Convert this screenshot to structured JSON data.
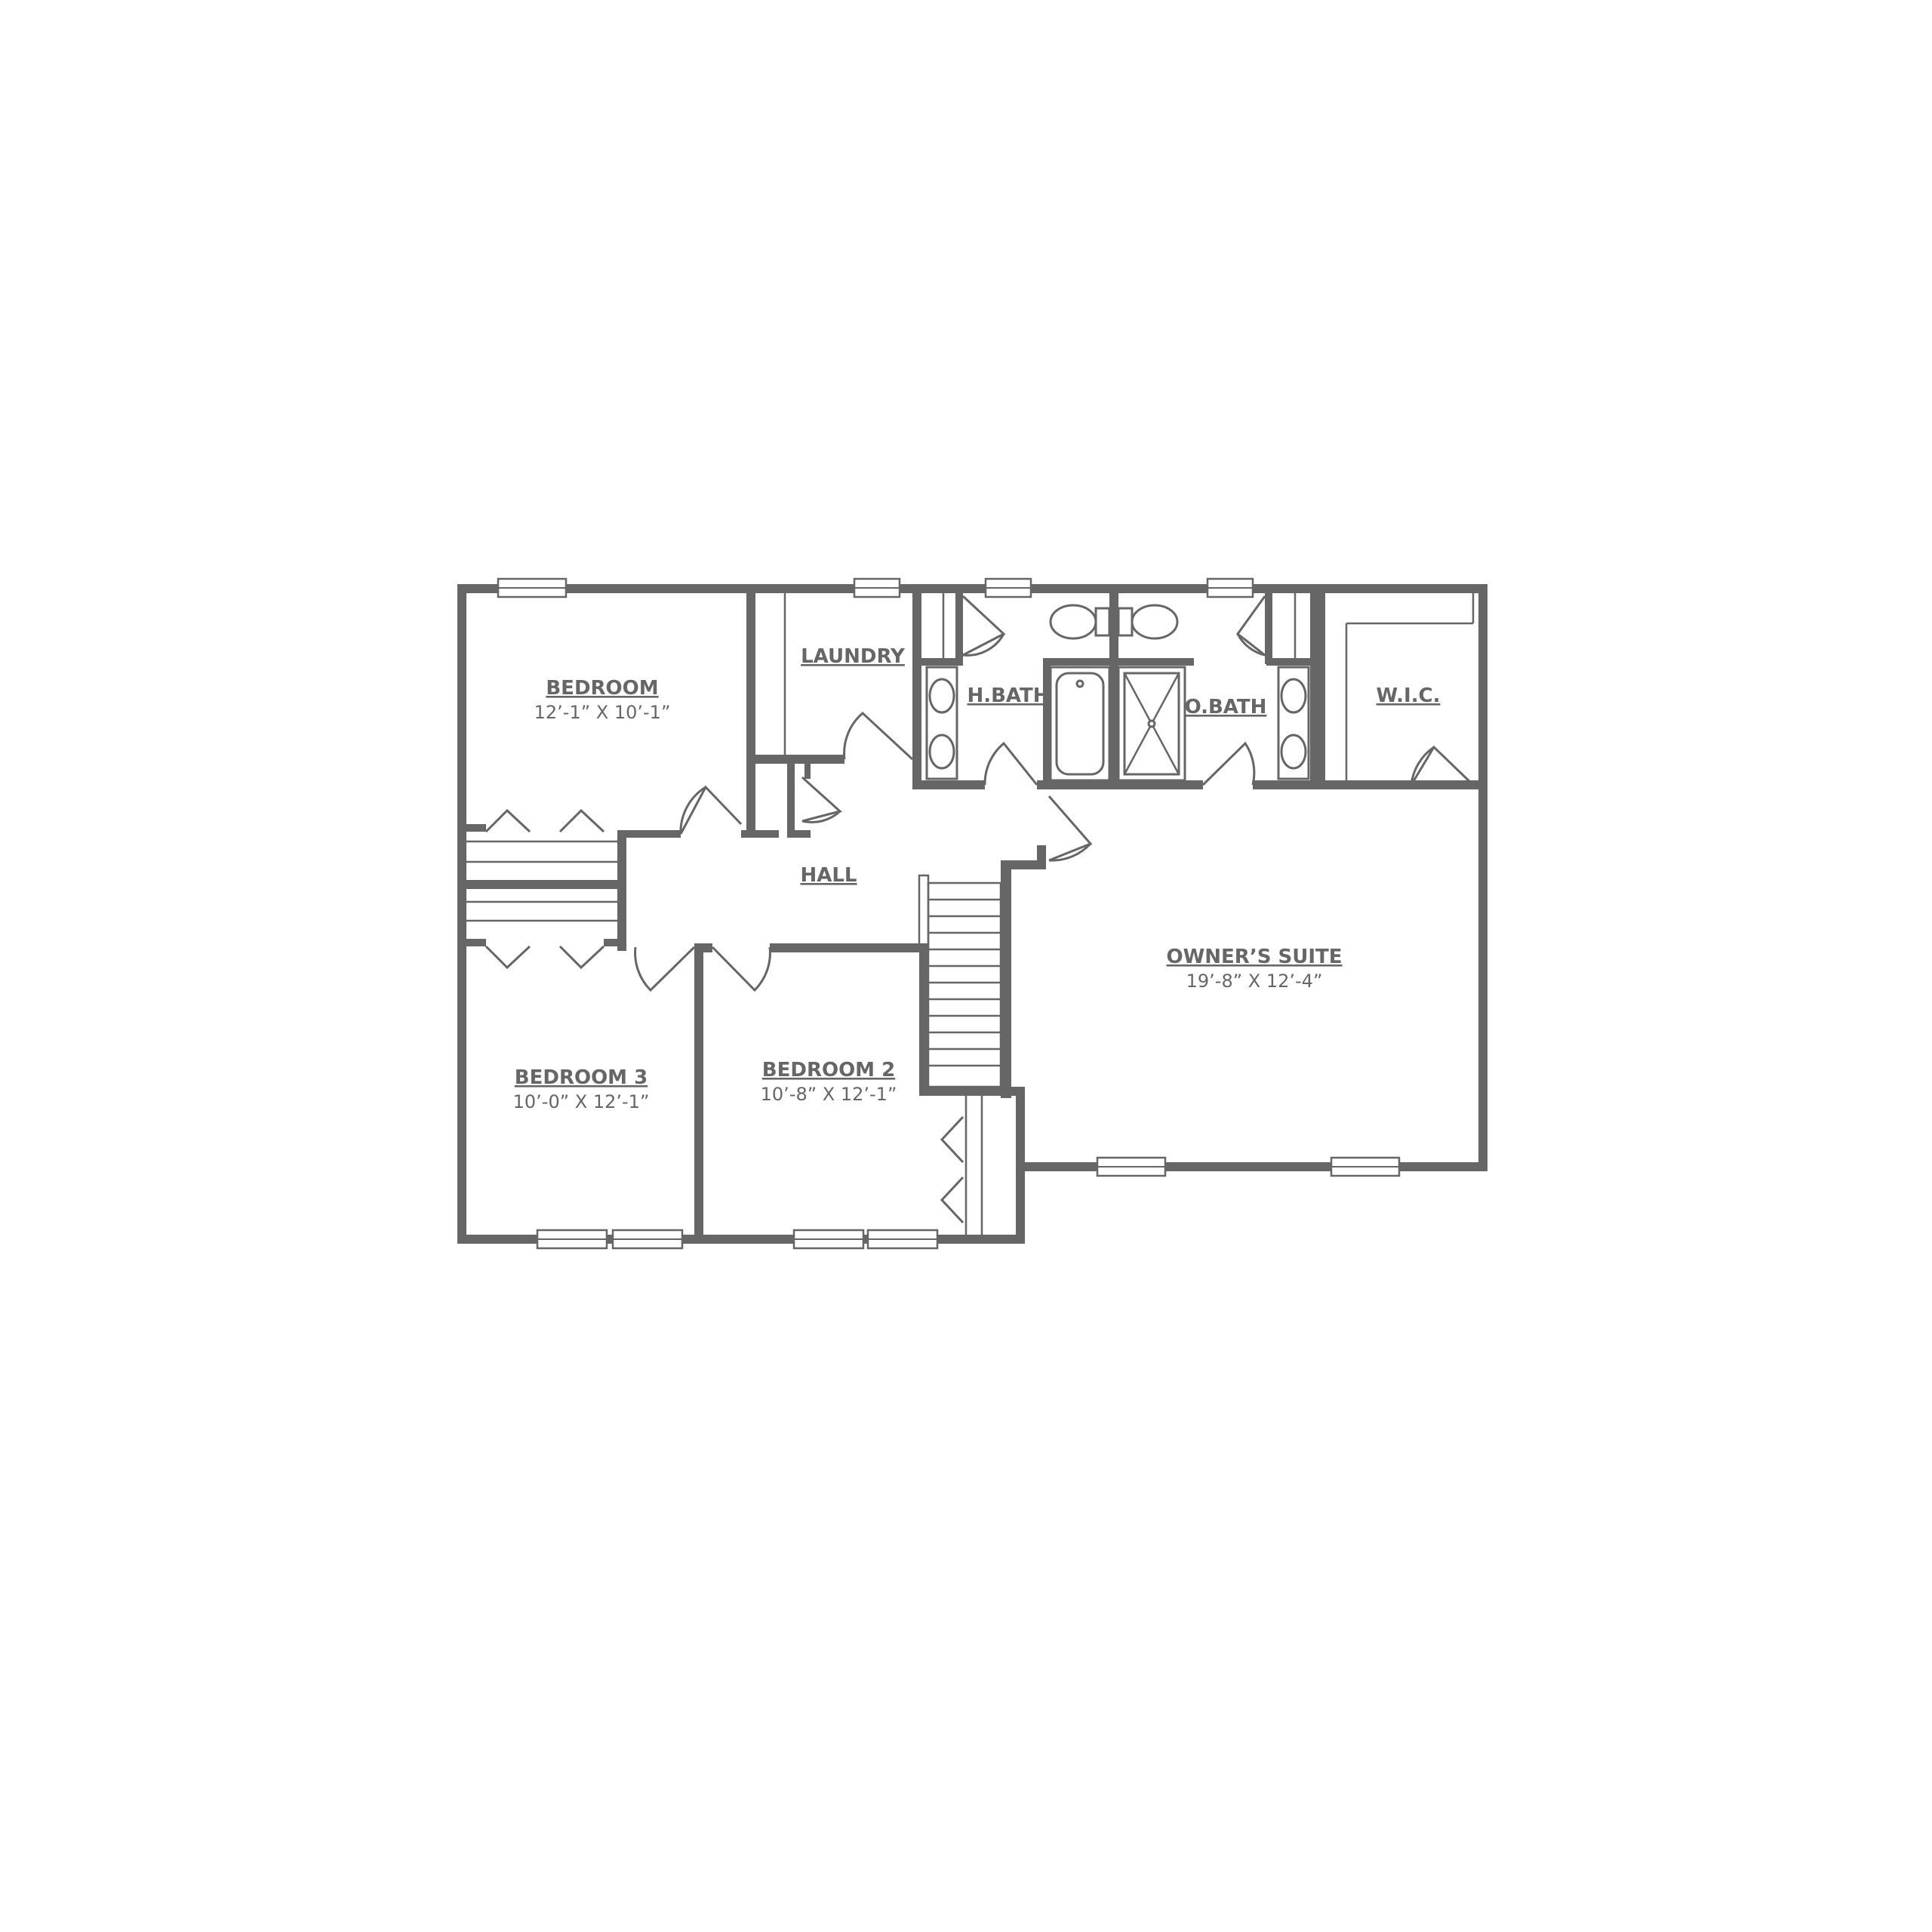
{
  "rooms": {
    "bedroom": {
      "name": "BEDROOM",
      "dims": "12’-1” X 10’-1”"
    },
    "laundry": {
      "name": "LAUNDRY"
    },
    "hbath": {
      "name": "H.BATH"
    },
    "obath": {
      "name": "O.BATH"
    },
    "wic": {
      "name": "W.I.C."
    },
    "hall": {
      "name": "HALL"
    },
    "owners_suite": {
      "name": "OWNER’S SUITE",
      "dims": "19’-8” X 12’-4”"
    },
    "bedroom3": {
      "name": "BEDROOM 3",
      "dims": "10’-0” X 12’-1”"
    },
    "bedroom2": {
      "name": "BEDROOM 2",
      "dims": "10’-8” X 12’-1”"
    }
  },
  "colors": {
    "wall": "#666666",
    "background": "#ffffff"
  }
}
